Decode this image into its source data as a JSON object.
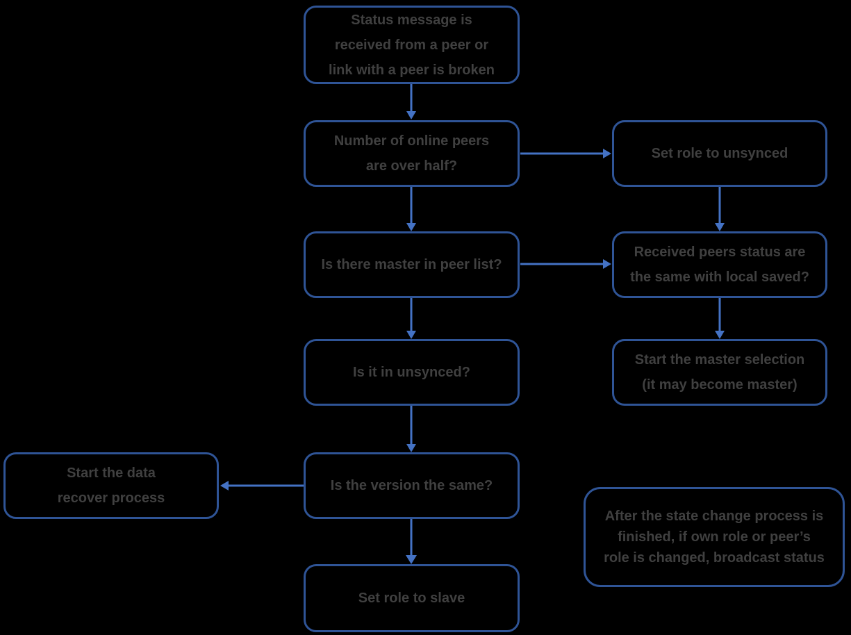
{
  "diagram": {
    "background": "#000000",
    "colors": {
      "node_border": "#2F5496",
      "arrow": "#4472C4",
      "text": "#404040"
    },
    "nodes": {
      "status_message": {
        "label": "Status message is\nreceived from a peer or\nlink with a peer is broken"
      },
      "online_peers": {
        "label": "Number of online peers\nare over half?"
      },
      "set_role_unsynced": {
        "label": "Set role to unsynced"
      },
      "master_in_peer_list": {
        "label": "Is there master in peer list?"
      },
      "peers_status_same": {
        "label": "Received peers status are\nthe same with local saved?"
      },
      "is_in_unsynced": {
        "label": "Is it in unsynced?"
      },
      "start_master_selection": {
        "label": "Start the master selection\n(it may become master)"
      },
      "start_data_recover": {
        "label": "Start the data\nrecover process"
      },
      "version_same": {
        "label": "Is the version the same?"
      },
      "broadcast_note": {
        "label": "After the state change process is\nfinished, if own role or peer’s\nrole is changed, broadcast status"
      },
      "set_role_slave": {
        "label": "Set role to slave"
      }
    },
    "edges": [
      {
        "from": "status_message",
        "to": "online_peers",
        "direction": "down"
      },
      {
        "from": "online_peers",
        "to": "set_role_unsynced",
        "direction": "right"
      },
      {
        "from": "online_peers",
        "to": "master_in_peer_list",
        "direction": "down"
      },
      {
        "from": "set_role_unsynced",
        "to": "peers_status_same",
        "direction": "down"
      },
      {
        "from": "master_in_peer_list",
        "to": "peers_status_same",
        "direction": "right"
      },
      {
        "from": "master_in_peer_list",
        "to": "is_in_unsynced",
        "direction": "down"
      },
      {
        "from": "peers_status_same",
        "to": "start_master_selection",
        "direction": "down"
      },
      {
        "from": "is_in_unsynced",
        "to": "version_same",
        "direction": "down"
      },
      {
        "from": "version_same",
        "to": "start_data_recover",
        "direction": "left"
      },
      {
        "from": "version_same",
        "to": "set_role_slave",
        "direction": "down"
      }
    ]
  }
}
